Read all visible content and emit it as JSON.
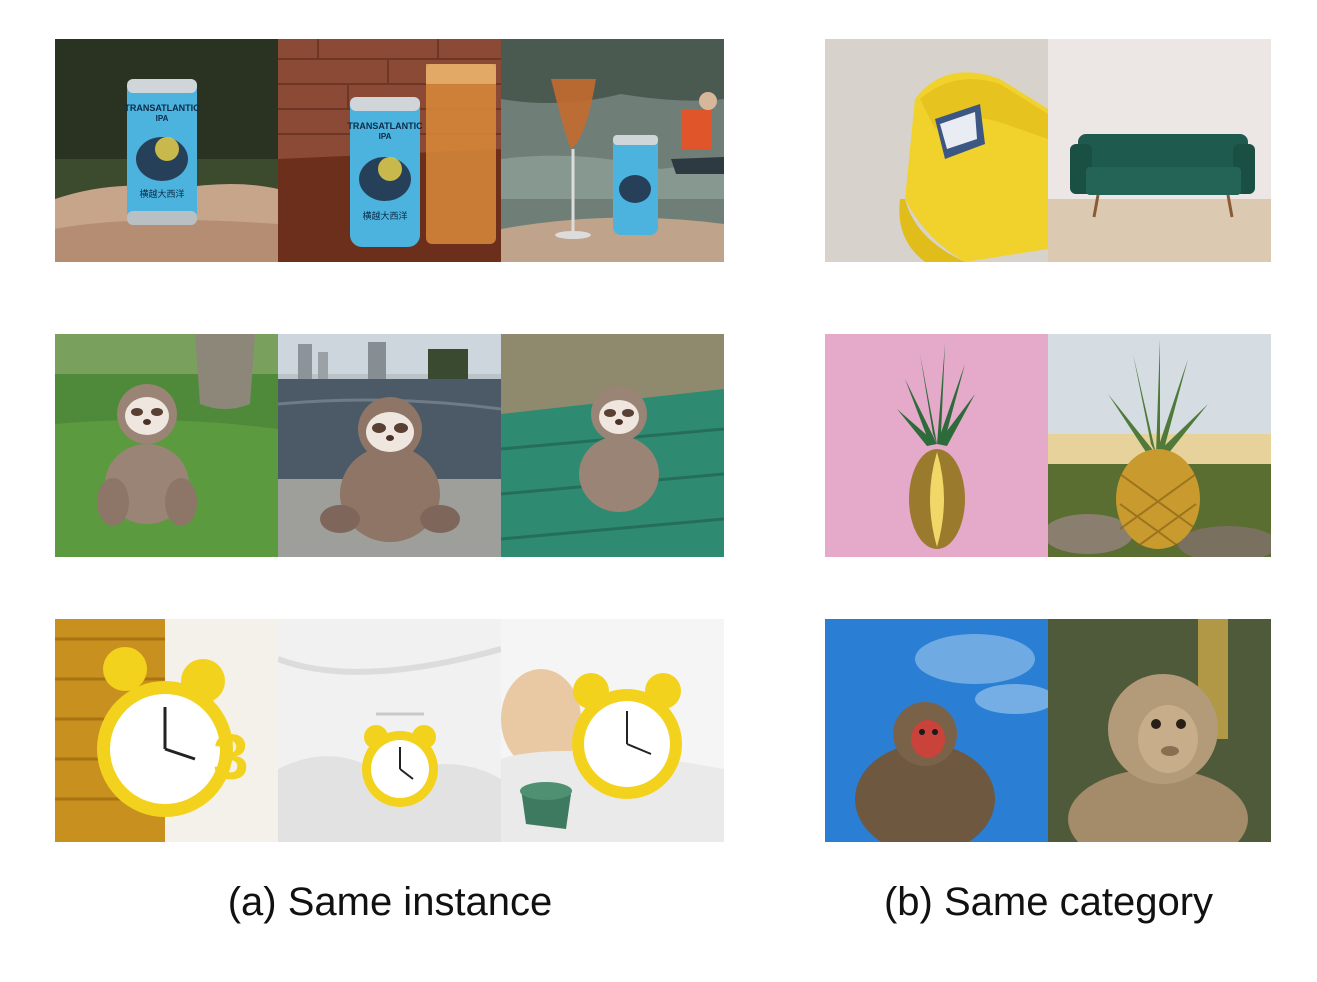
{
  "figure": {
    "caption_a": "(a) Same instance",
    "caption_b": "(b) Same category",
    "can_text": {
      "line1": "TRANSATLANTIC",
      "line2": "IPA",
      "cjk": "横越大西洋"
    },
    "clock_numeral": "3"
  }
}
